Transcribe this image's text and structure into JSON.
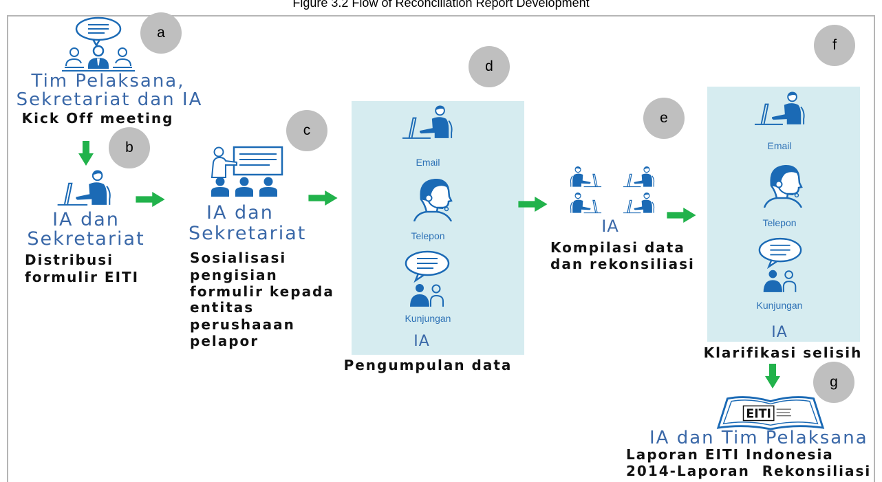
{
  "caption": "Figure 3.2 Flow of Reconciliation Report Development",
  "colors": {
    "header_blue": "#3a68a8",
    "icon_blue": "#1b6ab5",
    "label_blue": "#2e72b6",
    "arrow_green": "#21b24b",
    "panel_bg": "#d6ecf0",
    "marker_gray": "#bfbfbf"
  },
  "markers": [
    "a",
    "b",
    "c",
    "d",
    "e",
    "f",
    "g"
  ],
  "steps": {
    "kickoff": {
      "icon": "meeting-icon",
      "actor_lines": [
        "Tim Pelaksana,",
        "Sekretariat dan IA"
      ],
      "activity": "Kick Off meeting"
    },
    "distribution": {
      "icon": "laptop-user-icon",
      "actor_lines": [
        "IA dan",
        "Sekretariat"
      ],
      "activity_lines": [
        "Distribusi",
        "formulir EITI"
      ]
    },
    "socialization": {
      "icon": "presentation-icon",
      "actor_lines": [
        "IA dan",
        "Sekretariat"
      ],
      "activity_lines": [
        "Sosialisasi",
        "pengisian",
        "formulir kepada",
        "entitas",
        "perushaaan",
        "pelapor"
      ]
    },
    "collection": {
      "channels": [
        {
          "icon": "laptop-user-icon",
          "label": "Email"
        },
        {
          "icon": "headset-icon",
          "label": "Telepon"
        },
        {
          "icon": "visit-icon",
          "label": "Kunjungan"
        }
      ],
      "actor": "IA",
      "activity": "Pengumpulan data"
    },
    "compilation": {
      "icon": "team-laptops-icon",
      "actor": "IA",
      "activity_lines": [
        "Kompilasi data",
        "dan rekonsiliasi"
      ]
    },
    "clarification": {
      "channels": [
        {
          "icon": "laptop-user-icon",
          "label": "Email"
        },
        {
          "icon": "headset-icon",
          "label": "Telepon"
        },
        {
          "icon": "visit-icon",
          "label": "Kunjungan"
        }
      ],
      "actor": "IA",
      "activity": "Klarifikasi selisih"
    },
    "report": {
      "icon": "eiti-book-icon",
      "logo_text": "EITI",
      "actor": "IA dan Tim Pelaksana",
      "activity_lines": [
        "Laporan EITI Indonesia",
        "2014-Laporan  Rekonsiliasi"
      ]
    }
  }
}
